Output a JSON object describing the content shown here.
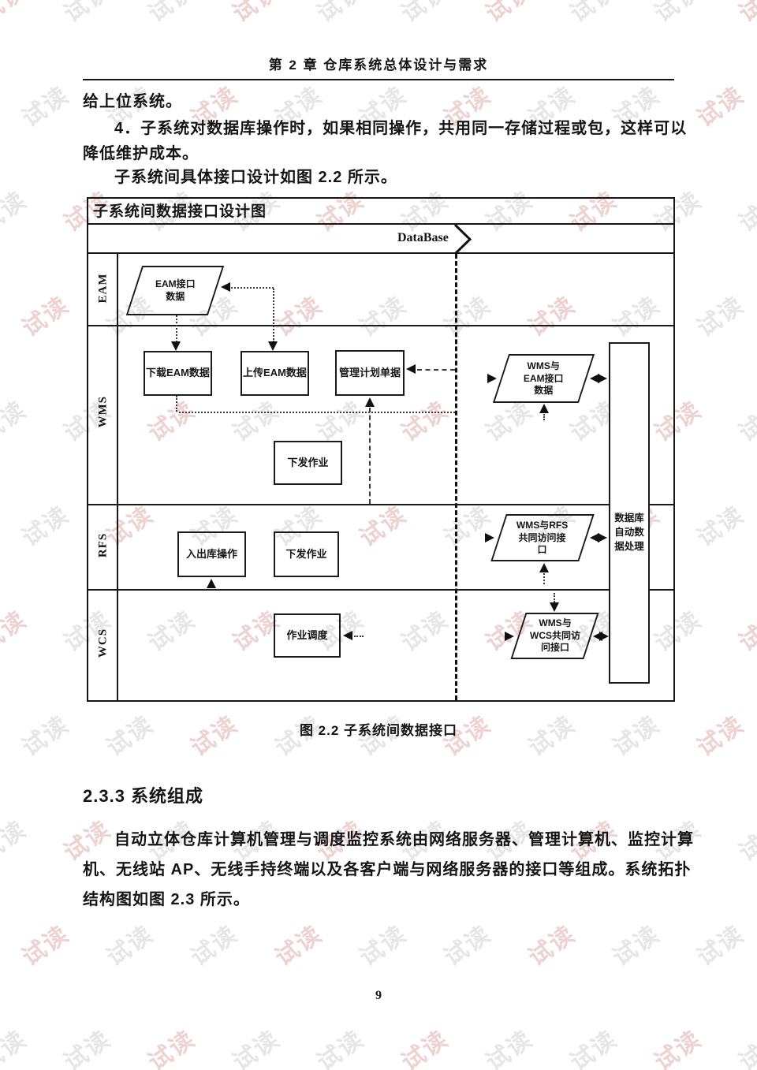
{
  "watermark": {
    "text": "试读",
    "color_gray": "#e7e5e6",
    "color_tint": "#edd2d2"
  },
  "header": {
    "chapter_title": "第 2 章 仓库系统总体设计与需求"
  },
  "intro": {
    "lines": [
      "给上位系统。",
      "4．子系统对数据库操作时，如果相同操作，共用同一存储过程或包，这样可以",
      "降低维护成本。",
      "子系统间具体接口设计如图 2.2 所示。"
    ]
  },
  "figure": {
    "title": "子系统间数据接口设计图",
    "database_label": "DataBase",
    "lanes": [
      {
        "label": "EAM"
      },
      {
        "label": "WMS"
      },
      {
        "label": "RFS"
      },
      {
        "label": "WCS"
      }
    ],
    "nodes": {
      "eam_interface_data": "EAM接口\n数据",
      "download_eam_data": "下载EAM数据",
      "upload_eam_data": "上传EAM数据",
      "manage_plan_doc": "管理计划单据",
      "wms_dispatch_job": "下发作业",
      "wms_eam_interface_data": "WMS与\nEAM接口\n数据",
      "in_out_operation": "入出库操作",
      "rfs_dispatch_job": "下发作业",
      "wms_rfs_shared_interface": "WMS与RFS\n共同访问接\n口",
      "job_scheduling": "作业调度",
      "wms_wcs_shared_interface": "WMS与\nWCS共同访\n问接口",
      "db_auto_processing": "数据库\n自动数\n据处理"
    },
    "caption": "图 2.2 子系统间数据接口"
  },
  "section": {
    "heading": "2.3.3  系统组成",
    "paragraph_lines": [
      "自动立体仓库计算机管理与调度监控系统由网络服务器、管理计算机、监控计算",
      "机、无线站 AP、无线手持终端以及各客户端与网络服务器的接口等组成。系统拓扑",
      "结构图如图 2.3 所示。"
    ]
  },
  "footer": {
    "page_number": "9"
  }
}
